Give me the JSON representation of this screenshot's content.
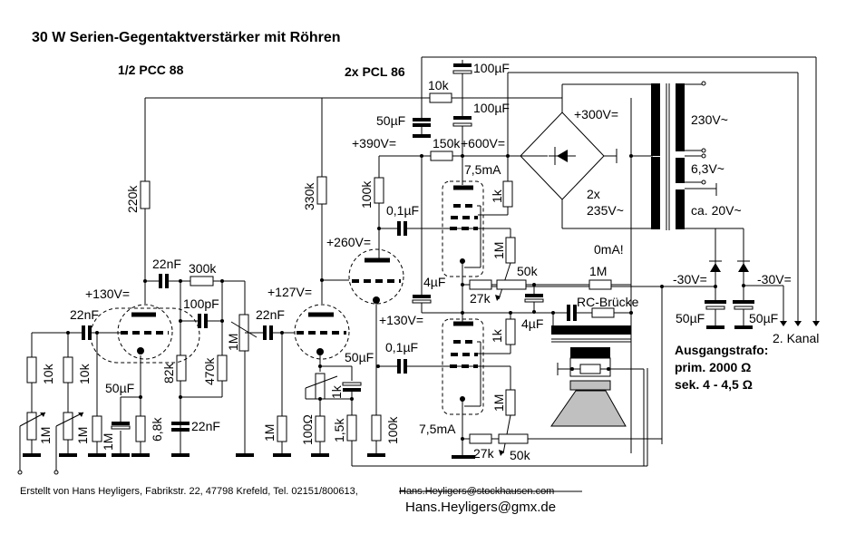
{
  "title": "30 W Serien-Gegentaktverstärker mit Röhren",
  "tube_labels": {
    "preamp": "1/2 PCC 88",
    "power": "2x PCL 86"
  },
  "voltages": {
    "v130_first": "+130V=",
    "v127": "+127V=",
    "v260": "+260V=",
    "v390": "+390V=",
    "v600": "+600V=",
    "v300": "+300V=",
    "v130_lower": "+130V=",
    "neg30_a": "-30V=",
    "neg30_b": "-30V="
  },
  "currents": {
    "upper": "7,5mA",
    "lower": "7,5mA",
    "zero": "0mA!"
  },
  "components": {
    "r220k": "220k",
    "r330k": "330k",
    "r100k_top": "100k",
    "r10k_supply": "10k",
    "r150k": "150k",
    "c100uF_a": "100µF",
    "c100uF_b": "100µF",
    "c50uF_supply": "50µF",
    "c22nF_in": "22nF",
    "c22nF_coupling1": "22nF",
    "r300k": "300k",
    "c100pF": "100pF",
    "pot1M_tone": "1M",
    "c22nF_coupling2": "22nF",
    "r10k_in1": "10k",
    "r10k_in2": "10k",
    "pot1M_in1": "1M",
    "pot1M_in2": "1M",
    "pot1M_grid": "1M",
    "c50uF_cathode1": "50µF",
    "r6k8": "6,8k",
    "r82k": "82k",
    "r470k": "470k",
    "c22nF_tone": "22nF",
    "r1M_grid2": "1M",
    "c50uF_cathode2": "50µF",
    "pot1k_cathode": "1k",
    "r100ohm": "100Ω",
    "r1k5": "1,5k",
    "r100k_grid": "100k",
    "c01uF_upper": "0,1µF",
    "c01uF_lower": "0,1µF",
    "r1k_upper": "1k",
    "r1M_upper": "1M",
    "r1k_lower": "1k",
    "r1M_lower": "1M",
    "c4uF_left": "4µF",
    "c4uF_right": "4µF",
    "r27k_upper": "27k",
    "pot50k_upper": "50k",
    "r27k_lower": "27k",
    "pot50k_lower": "50k",
    "r1M_feedback": "1M",
    "rc_bridge": "RC-Brücke",
    "c50uF_neg_a": "50µF",
    "c50uF_neg_b": "50µF",
    "bridge_rectifier": "2x\n235V~"
  },
  "transformer": {
    "mains": "230V~",
    "heater": "6,3V~",
    "bias": "ca. 20V~",
    "secondary_left": "2x",
    "secondary_left2": "235V~"
  },
  "channel2": "2. Kanal",
  "output_transformer": {
    "heading": "Ausgangstrafo:",
    "primary": "prim. 2000 Ω",
    "secondary": "sek. 4 - 4,5 Ω"
  },
  "footer": {
    "credit": "Erstellt von Hans Heyligers, Fabrikstr. 22, 47798 Krefeld, Tel. 02151/800613,",
    "old_email": "Hans.Heyligers@stockhausen.com",
    "new_email": "Hans.Heyligers@gmx.de"
  }
}
